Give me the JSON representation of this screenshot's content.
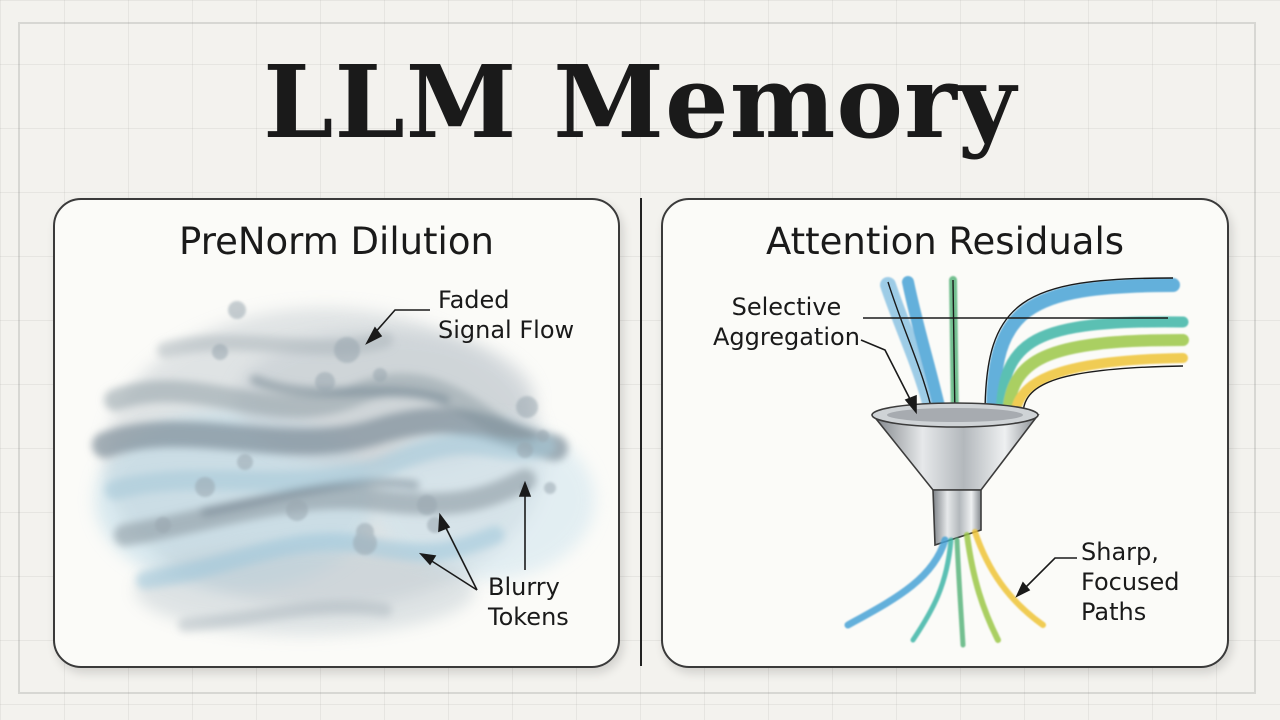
{
  "title": "LLM Memory",
  "left_panel": {
    "title": "PreNorm Dilution",
    "label_faded": [
      "Faded",
      "Signal Flow"
    ],
    "label_blurry": [
      "Blurry",
      "Tokens"
    ]
  },
  "right_panel": {
    "title": "Attention Residuals",
    "label_selective": [
      "Selective",
      "Aggregation"
    ],
    "label_sharp": [
      "Sharp,",
      "Focused",
      "Paths"
    ]
  },
  "colors": {
    "ink": "#1a1a1a",
    "wash_gray": "#8e9aa3",
    "wash_blue": "#8fc3dc",
    "stream_blue": "#4aa3d6",
    "stream_teal": "#3fb6a8",
    "stream_green": "#9cc84a",
    "stream_yellow": "#efc438",
    "funnel_metal": "#a9adb1"
  }
}
